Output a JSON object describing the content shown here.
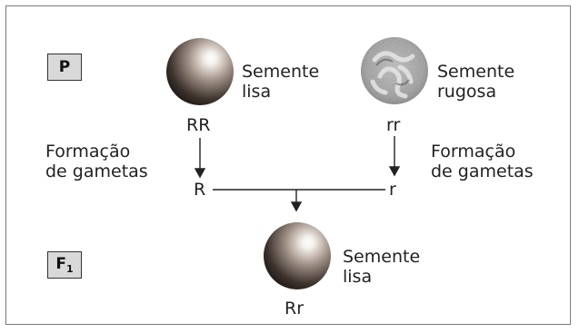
{
  "generations": {
    "parental": "P",
    "filial_main": "F",
    "filial_sub": "1"
  },
  "parent_smooth": {
    "label_line1": "Semente",
    "label_line2": "lisa",
    "genotype": "RR",
    "gamete": "R"
  },
  "parent_wrinkled": {
    "label_line1": "Semente",
    "label_line2": "rugosa",
    "genotype": "rr",
    "gamete": "r"
  },
  "gamete_formation": {
    "left_line1": "Formação",
    "left_line2": "de gametas",
    "right_line1": "Formação",
    "right_line2": "de gametas"
  },
  "offspring": {
    "label_line1": "Semente",
    "label_line2": "lisa",
    "genotype": "Rr"
  },
  "colors": {
    "border": "#7a7a7a",
    "box_fill": "#d9d9d9",
    "seed_dark": "#2e2622",
    "seed_light": "#ffffff"
  }
}
